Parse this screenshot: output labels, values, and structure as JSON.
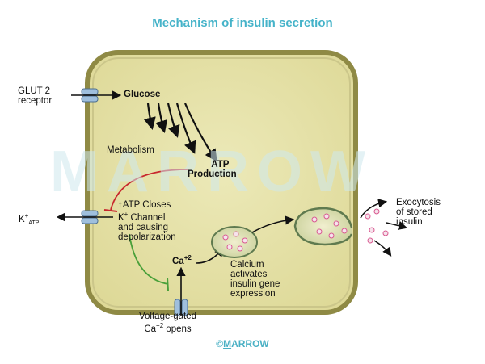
{
  "title": "Mechanism of insulin secretion",
  "watermark": "MARROW",
  "brand": {
    "symbol": "©",
    "name_first": "M",
    "name_rest": "ARROW"
  },
  "labels": {
    "glut2_line1": "GLUT 2",
    "glut2_line2": "receptor",
    "glucose": "Glucose",
    "metabolism": "Metabolism",
    "atp_line1": "ATP",
    "atp_line2": "Production",
    "katp_main": "K",
    "katp_sup": "+",
    "katp_sub": "ATP",
    "closes_arrow": "↑",
    "closes_line1": "ATP Closes",
    "closes_line2_k": "K",
    "closes_line2_sup": "+",
    "closes_line2_rest": " Channel",
    "closes_line3": "and causing",
    "closes_line4": "depolarization",
    "ca_main": "Ca",
    "ca_sup": "+2",
    "calcium_line1": "Calcium",
    "calcium_line2": "activates",
    "calcium_line3": "insulin gene",
    "calcium_line4": "expression",
    "exo_line1": "Exocytosis",
    "exo_line2": "of stored",
    "exo_line3": "insulin",
    "vg_line1": "Voltage-gated",
    "vg_line2_a": "Ca",
    "vg_line2_sup": "+2",
    "vg_line2_b": " opens"
  },
  "colors": {
    "cell_fill": "#e6e2a6",
    "cell_border": "#8f8a45",
    "title": "#45b3c9",
    "channel": "#9fbfdd",
    "inhibit_red": "#c8272d",
    "inhibit_green": "#4aa03a",
    "granule": "#e79ab8"
  }
}
